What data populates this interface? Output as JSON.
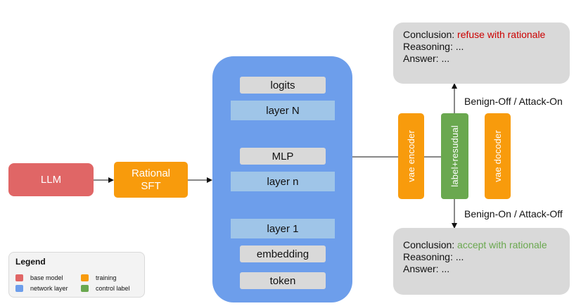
{
  "llm_label": "LLM",
  "sft_label_line1": "Rational",
  "sft_label_line2": "SFT",
  "model_layers": {
    "logits": "logits",
    "layer_N": "layer N",
    "mlp": "MLP",
    "layer_n": "layer n",
    "layer_1": "layer 1",
    "embedding": "embedding",
    "token": "token"
  },
  "vae_encoder": "vae encoder",
  "control": "label+resudual",
  "vae_decoder": "vae docoder",
  "branch_top": "Benign-Off / Attack-On",
  "branch_bottom": "Benign-On / Attack-Off",
  "output_top": {
    "conclusion_key": "Conclusion: ",
    "conclusion_value": "refuse with rationale",
    "reasoning": "Reasoning: ...",
    "answer": "Answer: ..."
  },
  "output_bottom": {
    "conclusion_key": "Conclusion: ",
    "conclusion_value": "accept with rationale",
    "reasoning": "Reasoning: ...",
    "answer": "Answer: ..."
  },
  "legend": {
    "title": "Legend",
    "items": [
      {
        "label": "base model",
        "color": "#e06666"
      },
      {
        "label": "training",
        "color": "#f89b0c"
      },
      {
        "label": "network layer",
        "color": "#6d9eeb"
      },
      {
        "label": "control label",
        "color": "#6aa84f"
      }
    ]
  }
}
